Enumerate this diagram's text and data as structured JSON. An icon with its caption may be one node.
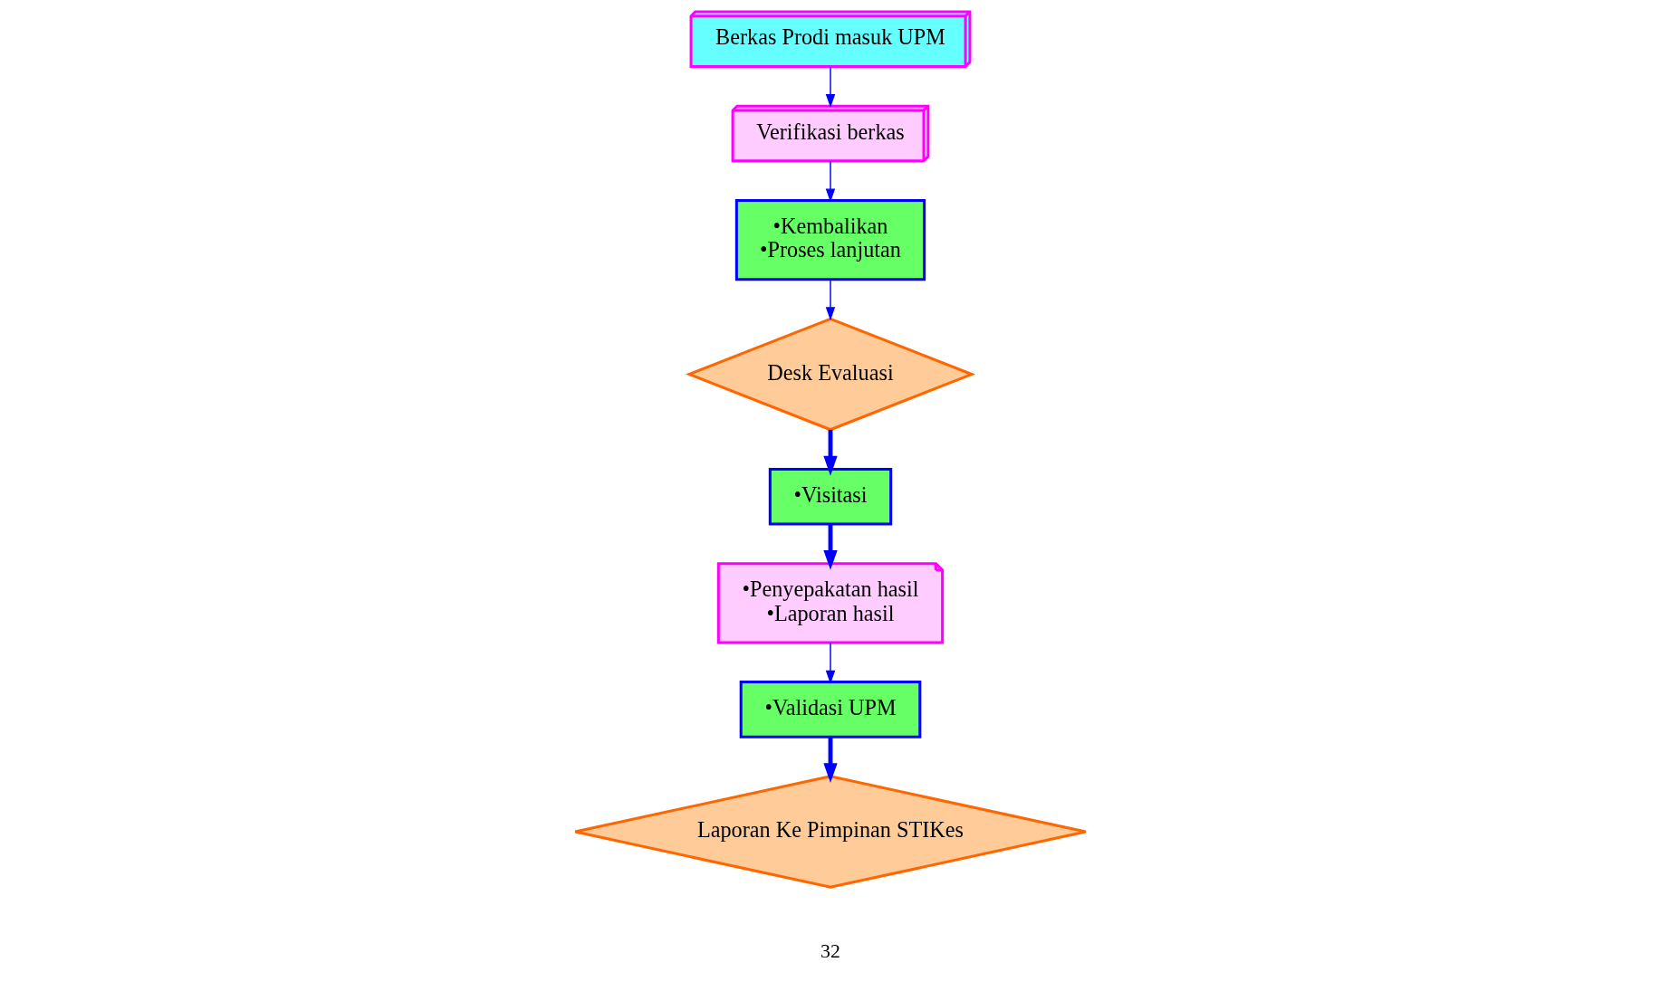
{
  "diagram": {
    "nodes": [
      {
        "text": [
          "Berkas Prodi masuk UPM"
        ]
      },
      {
        "text": [
          "Verifikasi berkas"
        ]
      },
      {
        "text": [
          "•Kembalikan",
          "•Proses lanjutan"
        ]
      },
      {
        "text": [
          "Desk Evaluasi"
        ]
      },
      {
        "text": [
          "•Visitasi"
        ]
      },
      {
        "text": [
          "•Penyepakatan hasil",
          "•Laporan hasil"
        ]
      },
      {
        "text": [
          "•Validasi UPM"
        ]
      },
      {
        "text": [
          "Laporan Ke Pimpinan STIKes"
        ]
      }
    ],
    "edges": [
      {
        "from": 0,
        "to": 1,
        "arrow": "to"
      },
      {
        "from": 1,
        "to": 2,
        "arrow": "to"
      },
      {
        "from": 2,
        "to": 3,
        "arrow": "to"
      },
      {
        "from": 3,
        "to": 4,
        "arrow": "to",
        "style": "thick"
      },
      {
        "from": 4,
        "to": 5,
        "arrow": "to",
        "style": "thick"
      },
      {
        "from": 5,
        "to": 6,
        "arrow": "to"
      },
      {
        "from": 6,
        "to": 7,
        "arrow": "to",
        "style": "thick"
      }
    ],
    "labels": [
      "32"
    ]
  }
}
